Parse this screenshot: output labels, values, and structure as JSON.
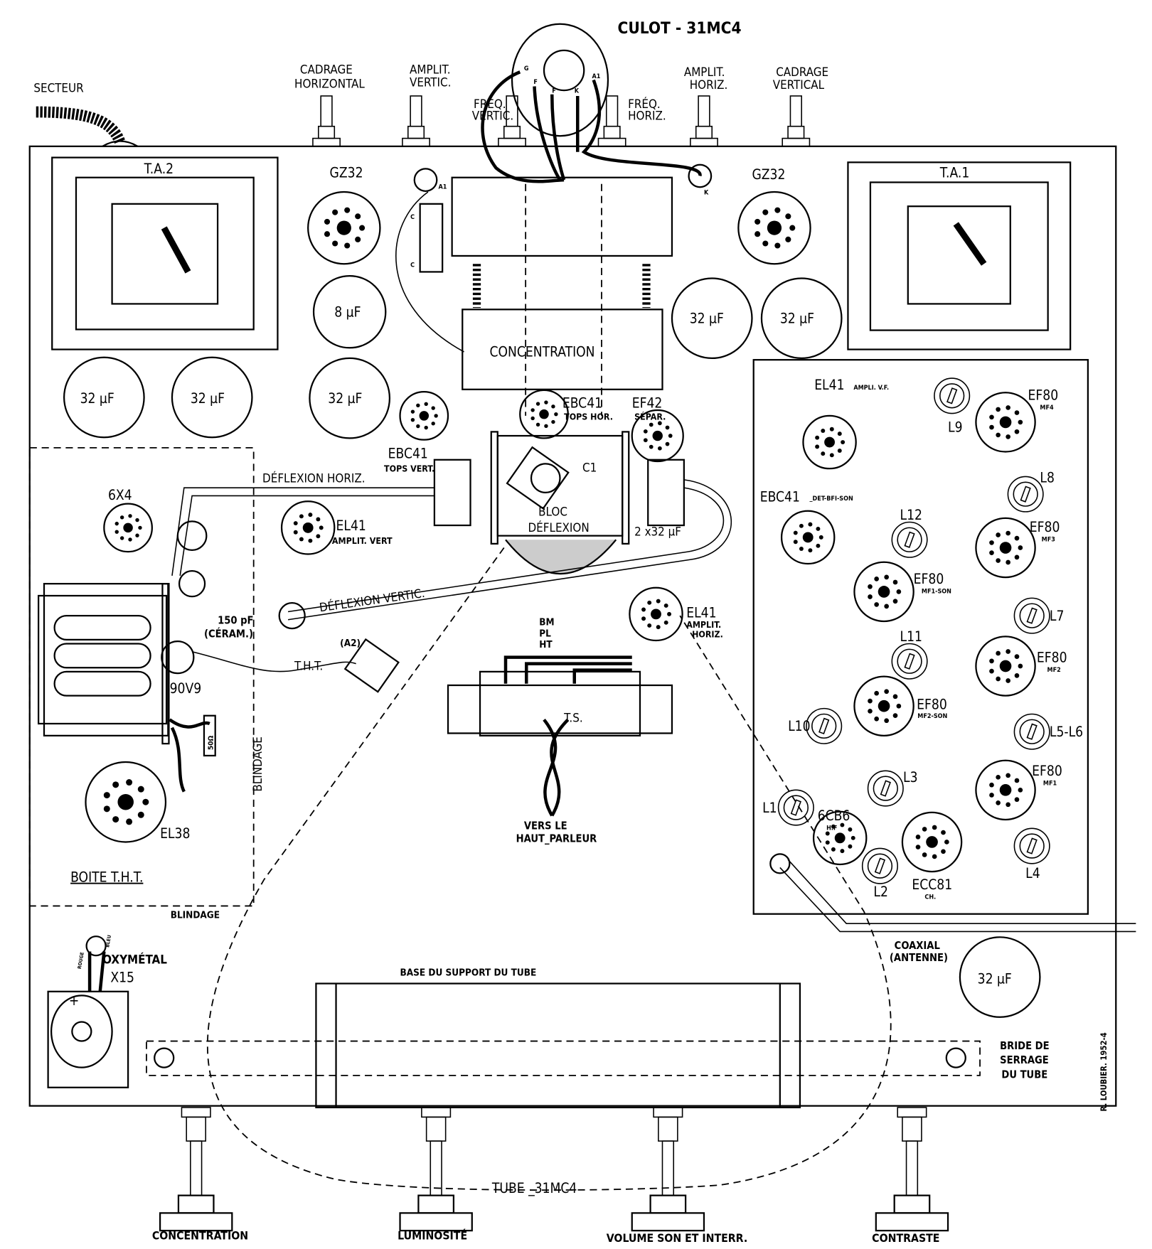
{
  "top": {
    "culot": "CULOT - 31MC4",
    "secteur": "SECTEUR",
    "cadrage_h": [
      "CADRAGE",
      "HORIZONTAL"
    ],
    "amplit_v": [
      "AMPLIT.",
      "VERTIC."
    ],
    "freq_v": [
      "FRÉQ.",
      "VERTIC."
    ],
    "freq_h": [
      "FRÉQ.",
      "HORIZ."
    ],
    "amplit_h": [
      "AMPLIT.",
      "HORIZ."
    ],
    "cadrage_v": [
      "CADRAGE",
      "VERTICAL"
    ],
    "culot_pins": [
      "G",
      "F",
      "F",
      "K",
      "A1"
    ],
    "yoke_pins": [
      "A1",
      "C",
      "C",
      "K"
    ]
  },
  "chassis": {
    "ta2": "T.A.2",
    "ta1": "T.A.1",
    "gz32_left": "GZ32",
    "gz32_right": "GZ32",
    "caps": [
      "8 µF",
      "32 µF",
      "32 µF",
      "32 µF",
      "32 µF",
      "32 µF",
      "32 µF"
    ],
    "concentration_block": "CONCENTRATION",
    "ebc41_hor": [
      "EBC41",
      "TOPS HOR."
    ],
    "ef42": [
      "EF42",
      "SÉPAR."
    ],
    "ebc41_vert": [
      "EBC41",
      "TOPS VERT."
    ],
    "el41_vert": [
      "EL41",
      "AMPLIT. VERT"
    ],
    "el41_horiz": [
      "EL41",
      "AMPLIT.",
      "HORIZ."
    ],
    "deflexion_h": "DÉFLEXION  HORIZ.",
    "deflexion_v": "DÉFLEXION  VERTIC.",
    "bloc": [
      "BLOC",
      "DÉFLEXION"
    ],
    "c1": "C1",
    "cap_2x32": "2 x32 µF",
    "bm_pl_ht": [
      "BM",
      "PL",
      "HT"
    ],
    "ts": "T.S.",
    "vers_hp": [
      "VERS  LE",
      "HAUT_PARLEUR"
    ],
    "base_support": "BASE  DU  SUPPORT  DU  TUBE",
    "coaxial": [
      "COAXIAL",
      "(ANTENNE)"
    ],
    "bride": [
      "BRIDE  DE",
      "SERRAGE",
      "DU  TUBE"
    ],
    "signature": "R. LOUBIER. 1952-4",
    "tube": "TUBE _31MC4"
  },
  "tht_box": {
    "x6x4": "6X4",
    "v90v9": "90V9",
    "cap150": [
      "150 pF",
      "(CÉRAM.)"
    ],
    "el38": "EL38",
    "title": "BOITE  T.H.T.",
    "blindage_v": "BLINDAGE",
    "blindage_h": "BLINDAGE",
    "tht": "T.H.T.",
    "a2": "(A2)",
    "res": "50Ω",
    "oxymetal": [
      "OXYMÉTAL",
      "X15"
    ],
    "rouge": "ROUGE",
    "bleu": "BLEU",
    "plus": "+"
  },
  "rf_board": {
    "el41": [
      "EL41",
      "AMPLI. V.F."
    ],
    "ebc41": [
      "EBC41",
      "_DET-BFI-SON"
    ],
    "ef80_mf4": [
      "EF80",
      "MF4"
    ],
    "ef80_mf3": [
      "EF80",
      "MF3"
    ],
    "ef80_mf1son": [
      "EF80",
      "MF1-SON"
    ],
    "ef80_mf2": [
      "EF80",
      "MF2"
    ],
    "ef80_mf2son": [
      "EF80",
      "MF2-SON"
    ],
    "ef80_mf1": [
      "EF80",
      "MF1"
    ],
    "cb6": [
      "6CB6",
      "H.F"
    ],
    "ecc81": [
      "ECC81",
      "CH."
    ],
    "coils": [
      "L9",
      "L8",
      "L12",
      "L7",
      "L11",
      "L10",
      "L5-L6",
      "L3",
      "L1",
      "L2",
      "L4"
    ]
  },
  "controls": [
    "CONCENTRATION",
    "LUMINOSITÉ",
    "VOLUME  SON  ET  INTERR.",
    "CONTRASTE"
  ]
}
